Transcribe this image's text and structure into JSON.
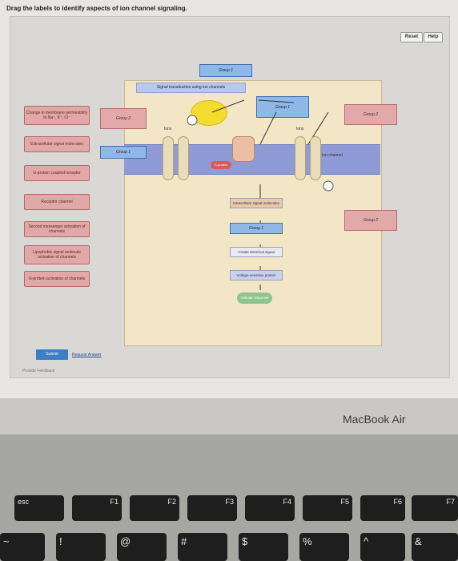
{
  "instruction": "Drag the labels to identify aspects of ion channel signaling.",
  "toolbar": {
    "reset": "Reset",
    "help": "Help"
  },
  "labels": [
    "Change in membrane permeability to Na⁺, K⁺, Cl⁻",
    "Extracellular signal molecules",
    "G-protein coupled receptor",
    "Receptor channel",
    "Second messenger activation of channels",
    "Lipophobic signal molecule activation of channels",
    "G-protein activation of channels"
  ],
  "diagram": {
    "title": "Signal transduction using ion channels",
    "group_targets": [
      "Group 1",
      "Group 1",
      "Group 2",
      "Group 1",
      "Group 2",
      "Group 2",
      "Group 1"
    ],
    "ions": "Ions",
    "ion_channel": "Ion channel",
    "g_protein": "G-protein",
    "flow": [
      "Intracellular signal molecules",
      "Group 1",
      "Create electrical signal",
      "Voltage-sensitive protein",
      "Cellular response"
    ]
  },
  "actions": {
    "submit": "Submit",
    "request_answer": "Request Answer",
    "provide_feedback": "Provide Feedback"
  },
  "device": {
    "brand": "MacBook Air"
  },
  "keyboard": {
    "function_row": [
      "esc",
      "F1",
      "F2",
      "F3",
      "F4",
      "F5",
      "F6",
      "F7"
    ],
    "number_row": [
      "~",
      "!",
      "@",
      "#",
      "$",
      "%",
      "^",
      "&"
    ]
  }
}
